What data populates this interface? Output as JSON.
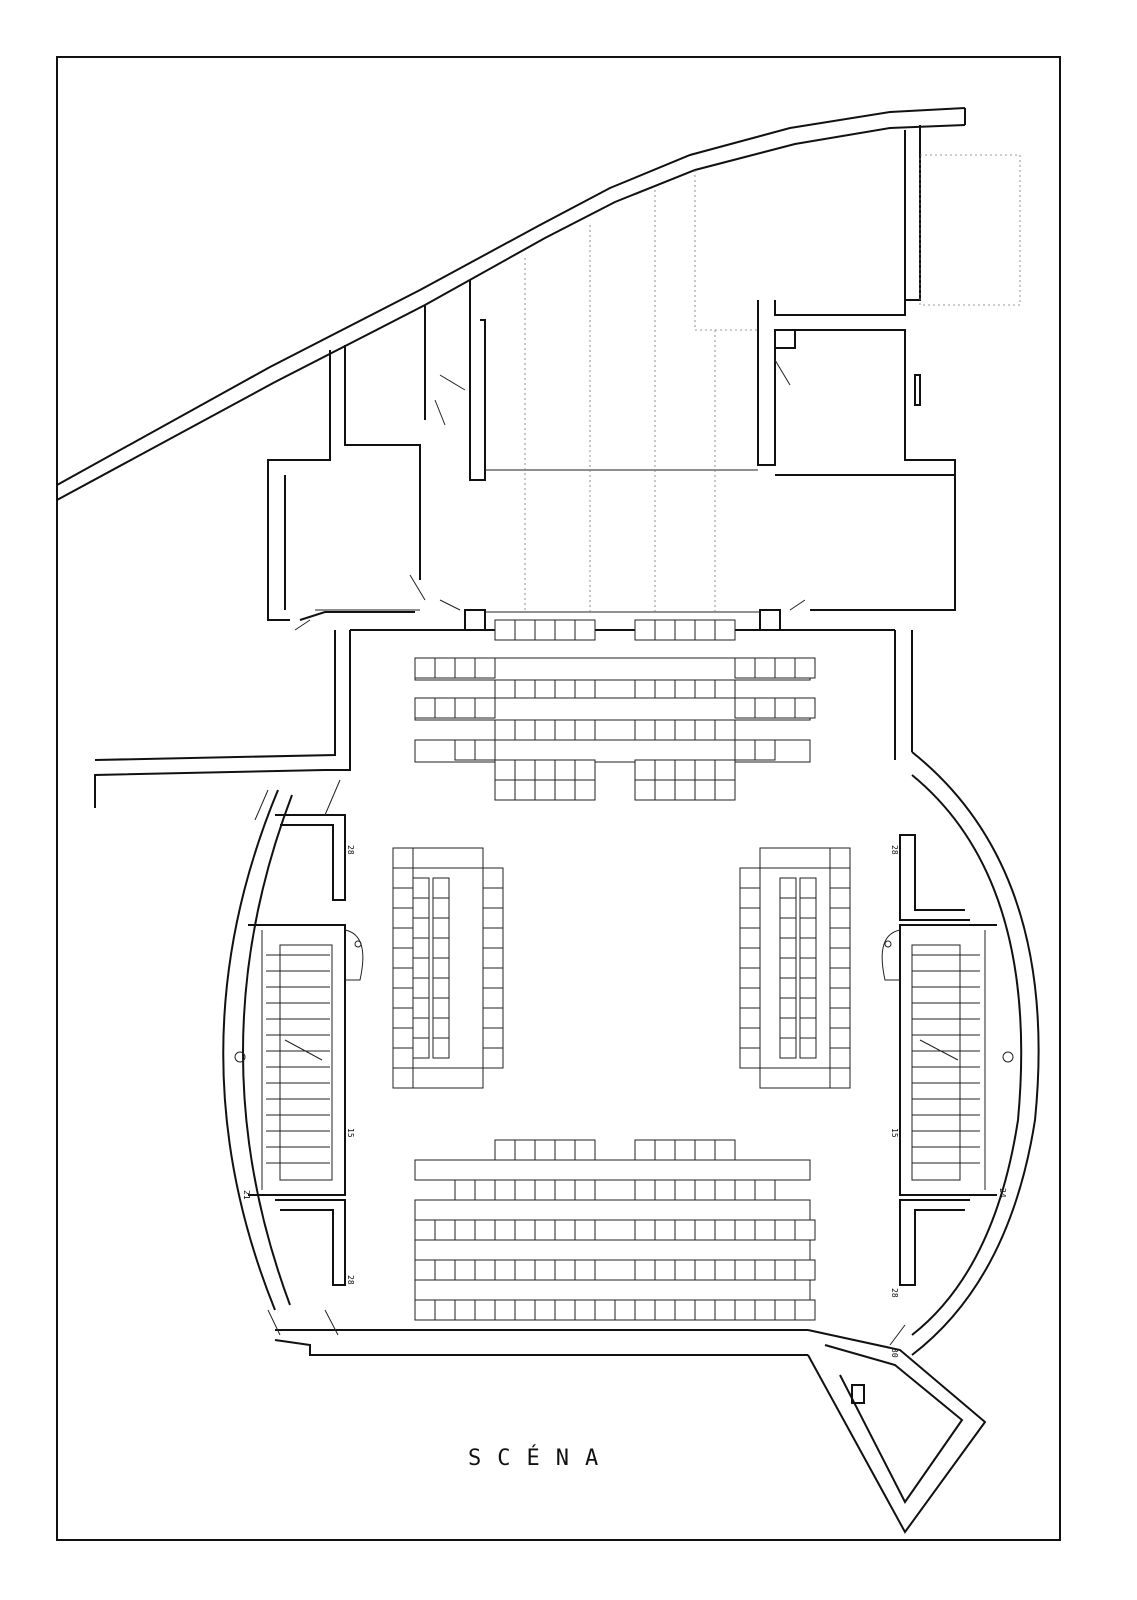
{
  "drawing": {
    "title": "SCÉNA"
  },
  "room_labels": {
    "left_upper": "28",
    "left_mid": "15",
    "left_low": "21",
    "left_bottom": "28",
    "right_upper": "28",
    "right_mid": "15",
    "right_low": "24",
    "right_bottom": "28",
    "right_door": "30"
  }
}
